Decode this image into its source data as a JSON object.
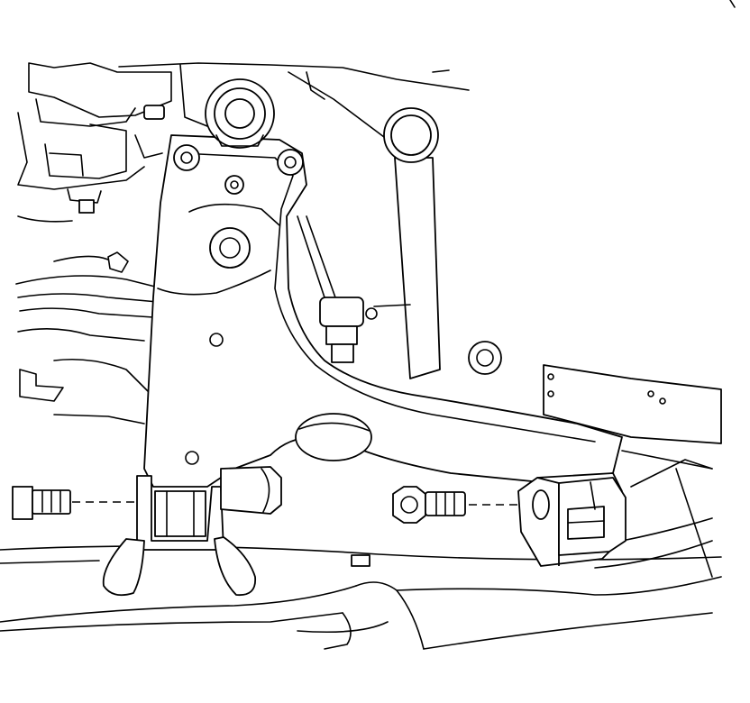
{
  "figure": {
    "background_color": "#ffffff",
    "line_color": "#000000",
    "parts": [
      {
        "id": "lower-control-arm",
        "icon": "control-arm-shape"
      },
      {
        "id": "ball-joint",
        "icon": "ball-joint-stud"
      },
      {
        "id": "front-bushing",
        "icon": "bushing-sleeve"
      },
      {
        "id": "rear-bushing",
        "icon": "bushing-block"
      },
      {
        "id": "front-bushing-bolt",
        "icon": "hex-bolt"
      },
      {
        "id": "rear-bushing-bolt",
        "icon": "hex-bolt"
      },
      {
        "id": "stabilizer-link",
        "icon": "link-rod"
      },
      {
        "id": "subframe",
        "icon": "frame-outline"
      },
      {
        "id": "bracket-plate",
        "icon": "plate-with-holes"
      }
    ]
  }
}
